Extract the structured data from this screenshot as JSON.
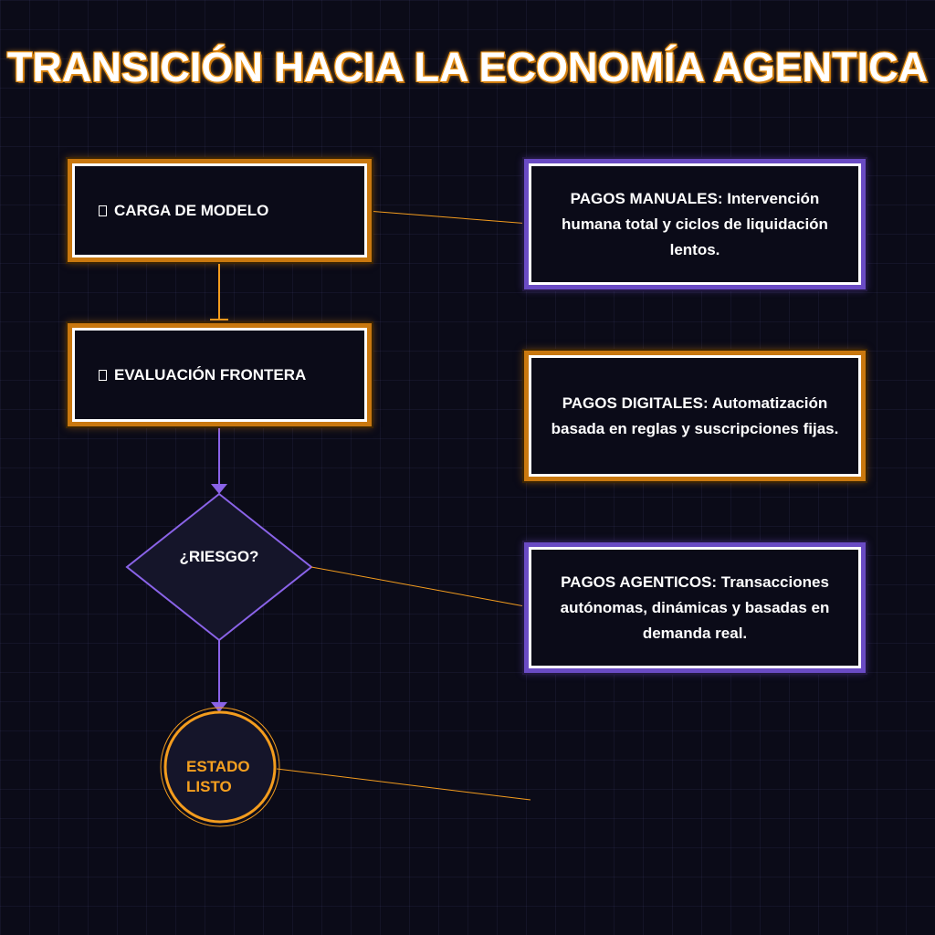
{
  "title": "TRANSICIÓN HACIA LA ECONOMÍA AGENTICA",
  "colors": {
    "accent_orange": "#f39c1e",
    "accent_purple": "#8a63e8",
    "background": "#0b0b18"
  },
  "flow": {
    "step1": {
      "label": "CARGA DE MODELO",
      "icon": "unknown-glyph-icon"
    },
    "step2": {
      "label": "EVALUACIÓN FRONTERA",
      "icon": "unknown-glyph-icon"
    },
    "decision": {
      "label": "¿RIESGO?"
    },
    "terminal": {
      "line1": "ESTADO",
      "line2": "LISTO"
    }
  },
  "notes": [
    {
      "heading": "PAGOS MANUALES:",
      "body": " Intervención humana total y ciclos de liquidación lentos."
    },
    {
      "heading": "PAGOS DIGITALES:",
      "body": " Automatización basada en reglas y suscripciones fijas."
    },
    {
      "heading": "PAGOS AGENTICOS:",
      "body": " Transacciones autónomas, dinámicas y basadas en demanda real."
    }
  ]
}
